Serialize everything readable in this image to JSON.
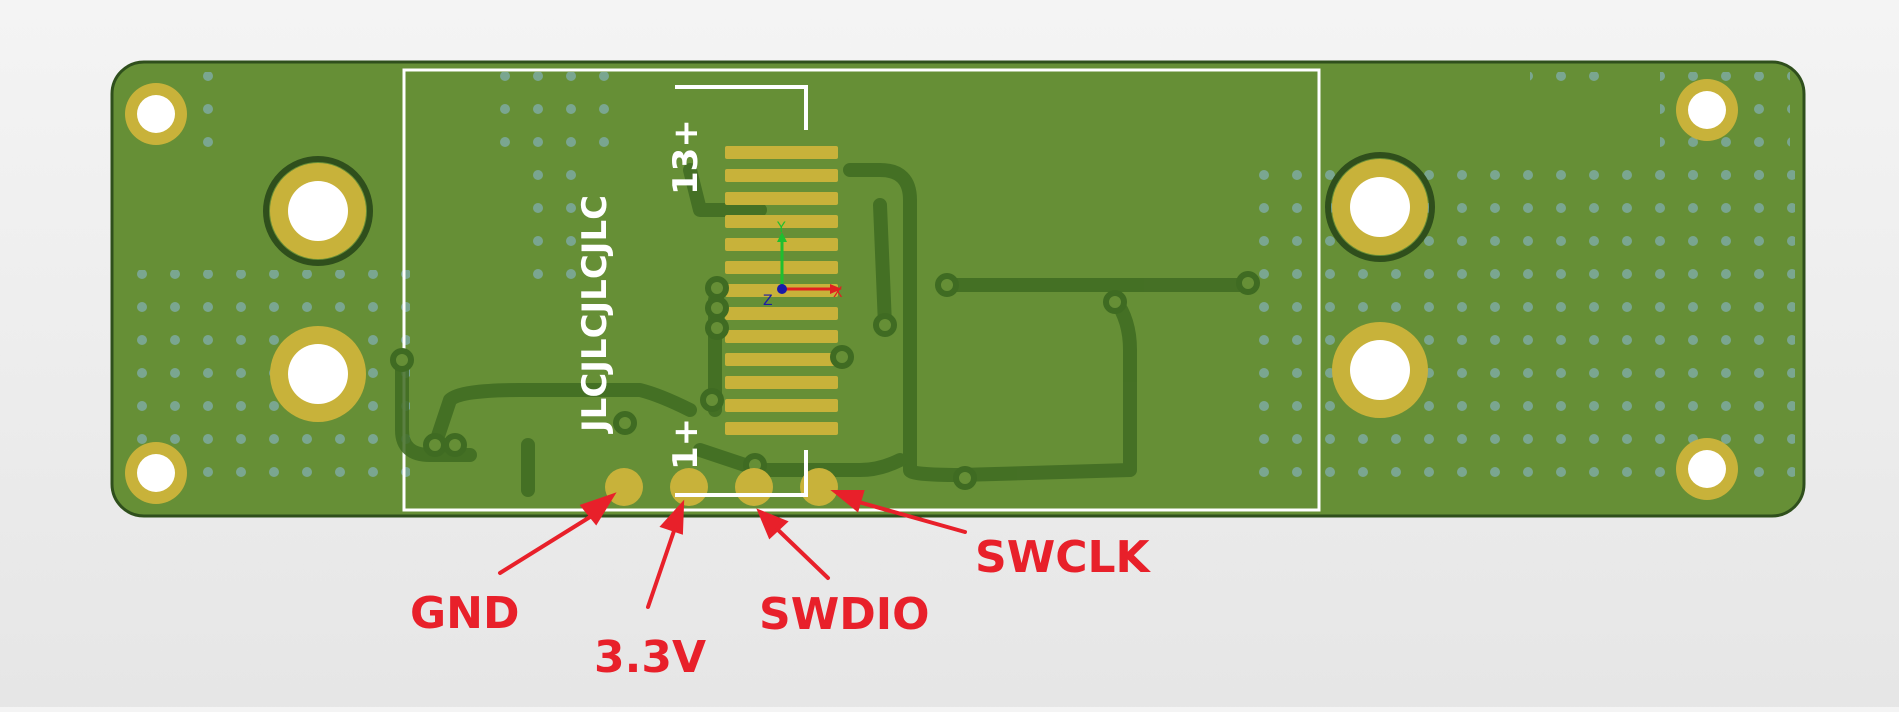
{
  "board": {
    "silkscreen_text": "JLCJLCJLCJLC",
    "pin_label_top": "13+",
    "pin_label_bottom": "1+",
    "axis_x": "X",
    "axis_y": "Y",
    "axis_z": "Z"
  },
  "callouts": [
    {
      "id": "gnd",
      "label": "GND"
    },
    {
      "id": "v33",
      "label": "3.3V"
    },
    {
      "id": "swdio",
      "label": "SWDIO"
    },
    {
      "id": "swclk",
      "label": "SWCLK"
    }
  ],
  "colors": {
    "board_green": "#668f36",
    "trace_dark": "#3f6b22",
    "pad_gold": "#c8b23a",
    "hole_white": "#ffffff",
    "silkscreen": "#ffffff",
    "callout_red": "#e8202a",
    "background": "#eeeeee"
  }
}
